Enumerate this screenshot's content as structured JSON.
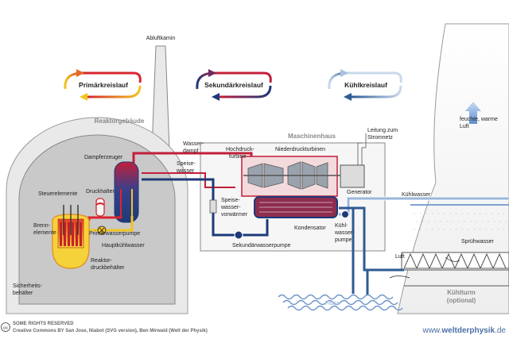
{
  "title": "",
  "loops": {
    "primary": "Primärkreislauf",
    "secondary": "Sekundärkreislauf",
    "cooling": "Kühlkreislauf"
  },
  "headers": {
    "reactor_building": "Reaktorgebäude",
    "machine_house": "Maschinenhaus",
    "cooling_tower_1": "Kühlturm",
    "cooling_tower_2": "(optional)"
  },
  "labels": {
    "chimney": "Abluftkamin",
    "steam_generator": "Dampferzeuger",
    "pressurizer": "Druckhalter",
    "control_rods": "Steuerelemente",
    "fuel_1": "Brenn-",
    "fuel_2": "elemente",
    "primary_pump": "Primärwasserpumpe",
    "main_coolant": "Hauptkühlwasser",
    "rpv_1": "Reaktor-",
    "rpv_2": "druckbehälter",
    "containment_1": "Sicherheits-",
    "containment_2": "behälter",
    "steam_1": "Wasser-",
    "steam_2": "dampf",
    "feed_1": "Speise-",
    "feed_2": "wasser",
    "hp_turbine_1": "Hochdruck-",
    "hp_turbine_2": "turbine",
    "lp_turbines": "Niederdruckturbinen",
    "grid_1": "Leitung zum",
    "grid_2": "Stromnetz",
    "generator": "Generator",
    "preheater_1": "Speise-",
    "preheater_2": "wasser-",
    "preheater_3": "vorwärmer",
    "condenser": "Kondensator",
    "secondary_pump": "Sekundärwasserpumpe",
    "cooling_pump_1": "Kühl-",
    "cooling_pump_2": "wasser-",
    "cooling_pump_3": "pumpe",
    "cooling_water": "Kühlwasser",
    "spray_water": "Sprühwasser",
    "air": "Luft",
    "river": "Fluss",
    "humid_1": "feuchte, warme",
    "humid_2": "Luft"
  },
  "footer": {
    "license_1": "SOME RIGHTS RESERVED",
    "license_2": "Creative Commons BY San Jose, Niabot (SVG version), Ben Mirwald (Welt der Physik)",
    "cc_mark": "cc",
    "url_prefix": "www.",
    "url_bold": "weltderphysik",
    "url_suffix": ".de"
  },
  "colors": {
    "primary_hot": "#d8262e",
    "primary_cold": "#f2c521",
    "secondary_hot": "#c21f3a",
    "secondary_cold": "#1d3a78",
    "cooling_light": "#a9c1de",
    "cooling_dark": "#2e5a93",
    "containment": "#c9c9c9",
    "building": "#e9e9e9"
  }
}
